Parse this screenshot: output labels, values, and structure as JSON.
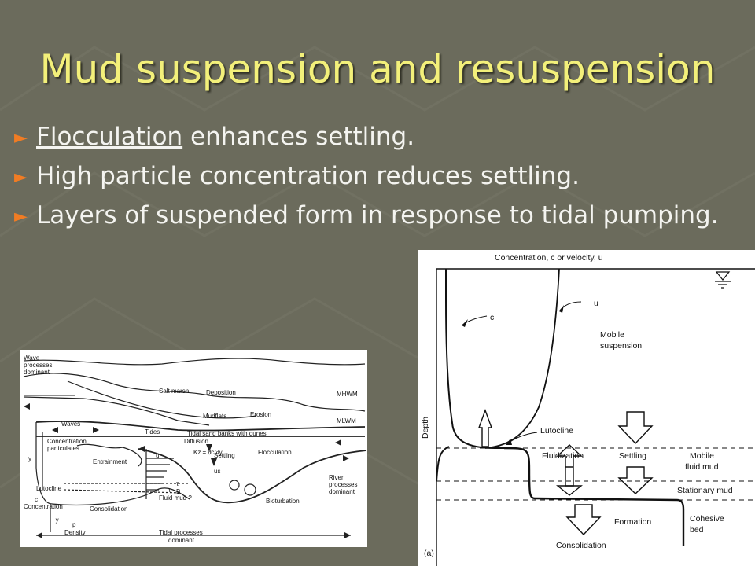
{
  "slide": {
    "title": "Mud suspension and resuspension",
    "bullet_marker": "►",
    "bullets": [
      {
        "underlined": "Flocculation",
        "rest": " enhances settling."
      },
      {
        "underlined": "",
        "rest": "High particle concentration reduces settling."
      },
      {
        "underlined": "",
        "rest": "Layers of suspended form in response to tidal pumping."
      }
    ]
  },
  "figure_left": {
    "labels": {
      "wave": "Wave",
      "wave2": "processes",
      "wave3": "dominant",
      "salt_marsh": "Salt marsh",
      "deposition": "Deposition",
      "mhwm": "MHWM",
      "mudflats": "Mudflats",
      "erosion": "Erosion",
      "mlwm": "MLWM",
      "waves": "Waves",
      "tides": "Tides",
      "sandbanks": "Tidal sand banks with dunes",
      "diffusion": "Diffusion",
      "conc1": "Concentration",
      "conc2": "particulates",
      "entrainment": "Entrainment",
      "u": "u",
      "kz": "Kz = ∂c/∂y",
      "settling": "Settling",
      "flocculation": "Flocculation",
      "us": "us",
      "y": "y",
      "river1": "River",
      "river2": "processes",
      "river3": "dominant",
      "lutocline": "Lutocline",
      "tau": "τ",
      "tau2": "τ",
      "b": "B",
      "fluid_mud": "Fluid mud ?",
      "bioturbation": "Bioturbation",
      "c": "c",
      "concentration": "Concentration",
      "consolidation": "Consolidation",
      "minus_y": "−y",
      "p": "p",
      "density": "Density",
      "tidal1": "Tidal processes",
      "tidal2": "dominant"
    }
  },
  "figure_right": {
    "labels": {
      "top_axis": "Concentration, c or velocity, u",
      "depth": "Depth",
      "c": "c",
      "u": "u",
      "mobile_suspension_1": "Mobile",
      "mobile_suspension_2": "suspension",
      "lutocline": "Lutocline",
      "fluidization": "Fluidization",
      "settling": "Settling",
      "mobile_fluid_mud_1": "Mobile",
      "mobile_fluid_mud_2": "fluid mud",
      "stationary_mud": "Stationary mud",
      "formation": "Formation",
      "cohesive_bed_1": "Cohesive",
      "cohesive_bed_2": "bed",
      "consolidation": "Consolidation",
      "panel": "(a)"
    }
  }
}
